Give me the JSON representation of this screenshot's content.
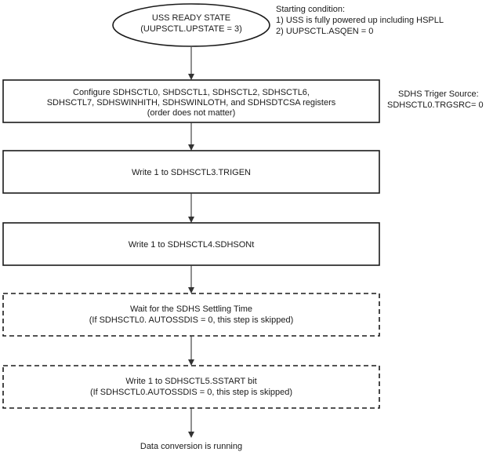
{
  "start": {
    "line1": "USS READY STATE",
    "line2": "(UUPSCTL.UPSTATE = 3)"
  },
  "starting_condition": {
    "heading": "Starting condition:",
    "item1": "1) USS is fully powered up including HSPLL",
    "item2": "2) UUPSCTL.ASQEN = 0"
  },
  "steps": [
    {
      "line1": "Configure SDHSCTL0, SHDSCTL1, SDHSCTL2, SDHSCTL6,",
      "line2": "SDHSCTL7, SDHSWINHITH, SDHSWINLOTH, and SDHSDTCSA registers",
      "line3": "(order does not matter)"
    },
    {
      "line1": "Write 1 to SDHSCTL3.TRIGEN"
    },
    {
      "line1": "Write 1 to SDHSCTL4.SDHSONt"
    },
    {
      "line1": "Wait for the SDHS Settling Time",
      "line2": "(If SDHSCTL0. AUTOSSDIS = 0, this step is skipped)"
    },
    {
      "line1": "Write 1 to SDHSCTL5.SSTART bit",
      "line2": "(If SDHSCTL0.AUTOSSDIS = 0, this step is skipped)"
    }
  ],
  "trigger_note": {
    "line1": "SDHS Triger Source:",
    "line2": "SDHSCTL0.TRGSRC= 0"
  },
  "end_text": "Data conversion is running"
}
